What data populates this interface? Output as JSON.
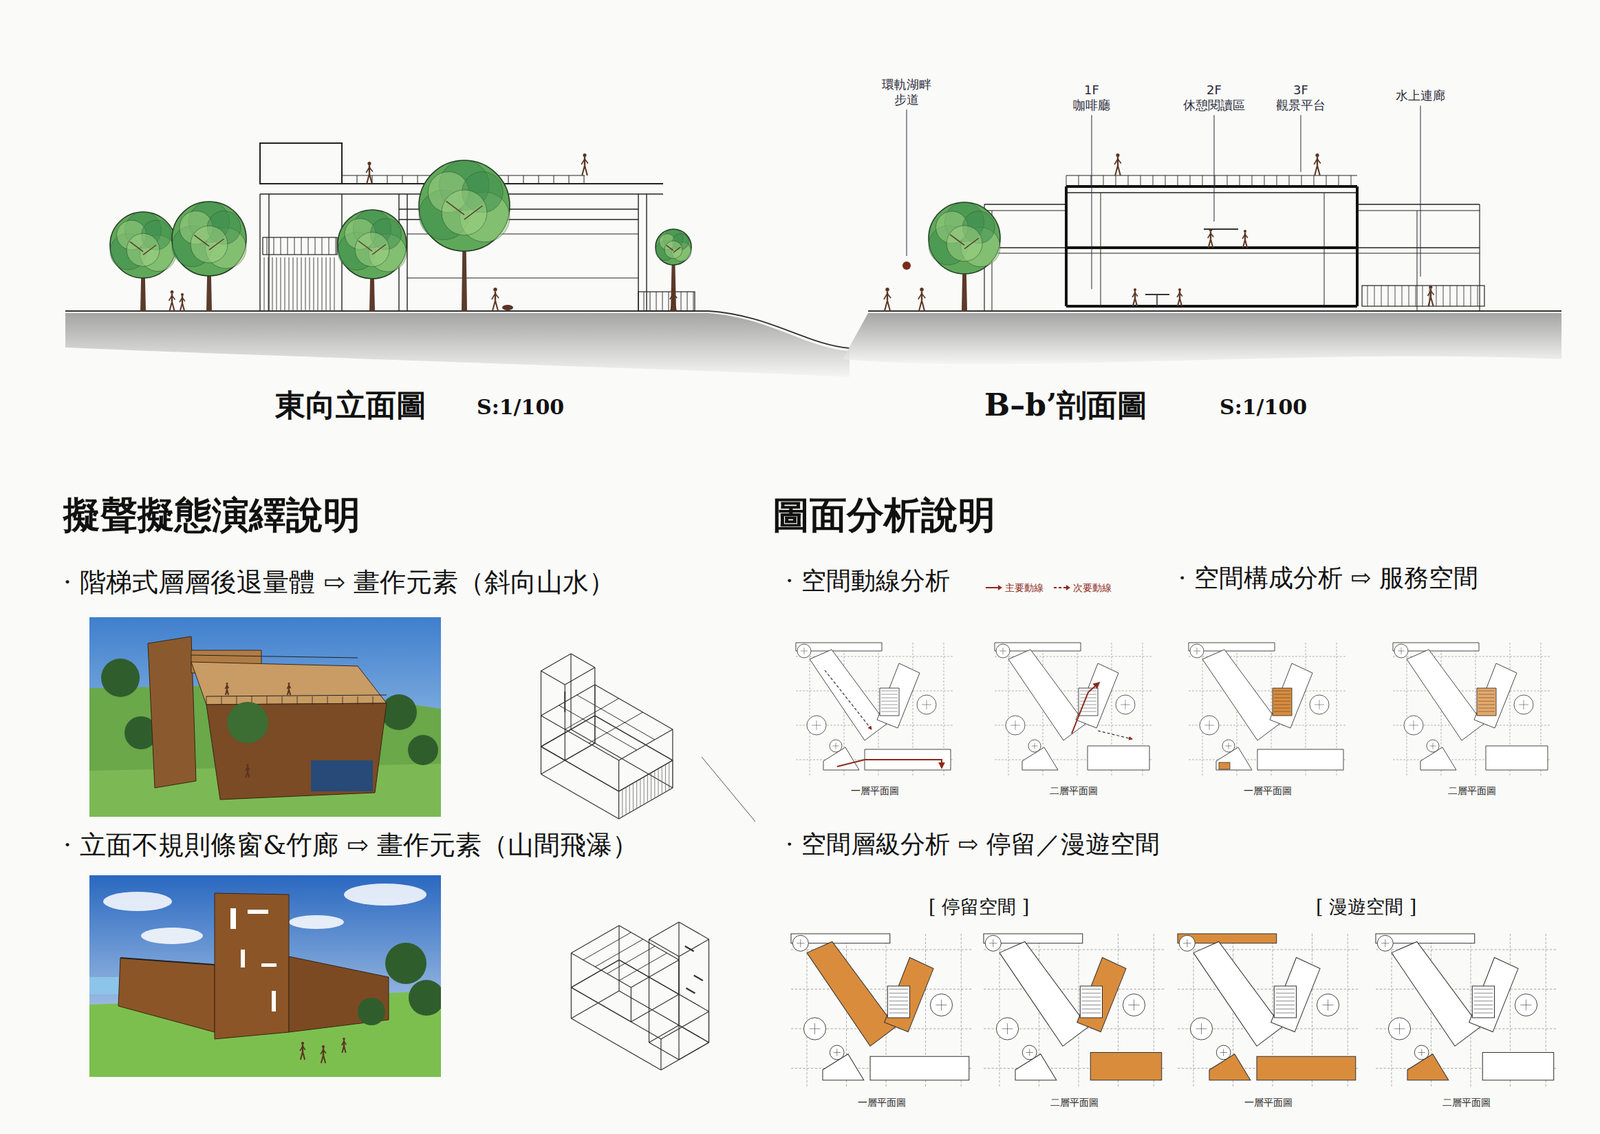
{
  "diagram": {
    "nodes": [
      {
        "text": [
          "一層平面圖"
        ]
      },
      {
        "text": [
          "二層平面圖"
        ]
      },
      {
        "text": [
          "一層平面圖"
        ]
      },
      {
        "text": [
          "二層平面圖"
        ]
      },
      {
        "text": [
          "一層平面圖"
        ]
      },
      {
        "text": [
          "二層平面圖"
        ]
      },
      {
        "text": [
          "一層平面圖"
        ]
      },
      {
        "text": [
          "二層平面圖"
        ]
      }
    ],
    "labels": [
      "東向立面圖",
      "S:1/100",
      "B–b’剖面圖",
      "S:1/100",
      "環軌湖畔 步道",
      "1F 咖啡廳",
      "2F 休憩閱讀區",
      "3F 觀景平台",
      "水上連廊",
      "擬聲擬態演繹說明",
      "· 階梯式層層後退量體 ⇨ 畫作元素（斜向山水）",
      "· 立面不規則條窗&竹廊 ⇨ 畫作元素（山間飛瀑）",
      "圖面分析說明",
      "· 空間動線分析",
      "· 空間構成分析 ⇨ 服務空間",
      "· 空間層級分析 ⇨ 停留／漫遊空間",
      "[ 停留空間 ]",
      "[ 漫遊空間 ]"
    ],
    "legend": [
      {
        "text": "主要動線"
      },
      {
        "text": "次要動線"
      }
    ]
  }
}
